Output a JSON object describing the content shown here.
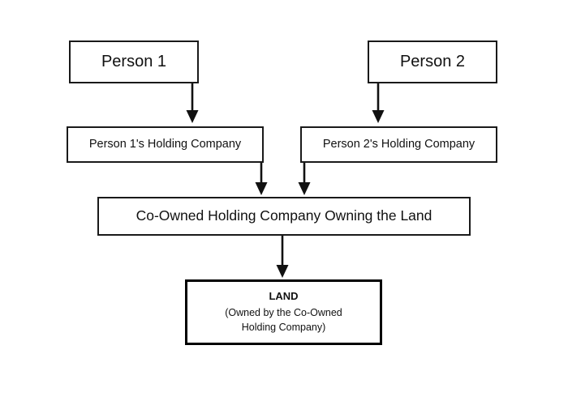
{
  "diagram": {
    "type": "flowchart",
    "background_color": "#ffffff",
    "line_color": "#111111",
    "border_color": "#1a1a1a",
    "nodes": {
      "person1": {
        "label": "Person 1"
      },
      "person2": {
        "label": "Person 2"
      },
      "holding1": {
        "label": "Person 1's Holding Company"
      },
      "holding2": {
        "label": "Person 2's Holding Company"
      },
      "coowned": {
        "label": "Co-Owned Holding Company Owning the Land"
      },
      "land": {
        "title": "LAND",
        "subtitle_line1": "(Owned by the Co-Owned",
        "subtitle_line2": "Holding Company)"
      }
    },
    "edges": [
      {
        "name": "person1-to-holding1",
        "from": "person1",
        "to": "holding1"
      },
      {
        "name": "person2-to-holding2",
        "from": "person2",
        "to": "holding2"
      },
      {
        "name": "holding1-to-coowned",
        "from": "holding1",
        "to": "coowned"
      },
      {
        "name": "holding2-to-coowned",
        "from": "holding2",
        "to": "coowned"
      },
      {
        "name": "coowned-to-land",
        "from": "coowned",
        "to": "land"
      }
    ]
  }
}
